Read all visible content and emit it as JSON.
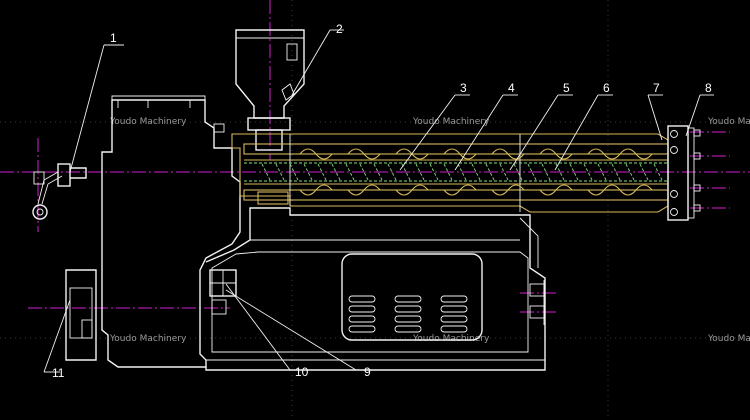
{
  "watermark": "Youdo Machinery",
  "callouts": [
    "1",
    "2",
    "3",
    "4",
    "5",
    "6",
    "7",
    "8",
    "9",
    "10",
    "11"
  ],
  "colors": {
    "background": "#000000",
    "outline": "#f2f2f2",
    "centerline": "#d020d0",
    "barrel": "#d8b85a",
    "screw": "#7fe07f"
  }
}
